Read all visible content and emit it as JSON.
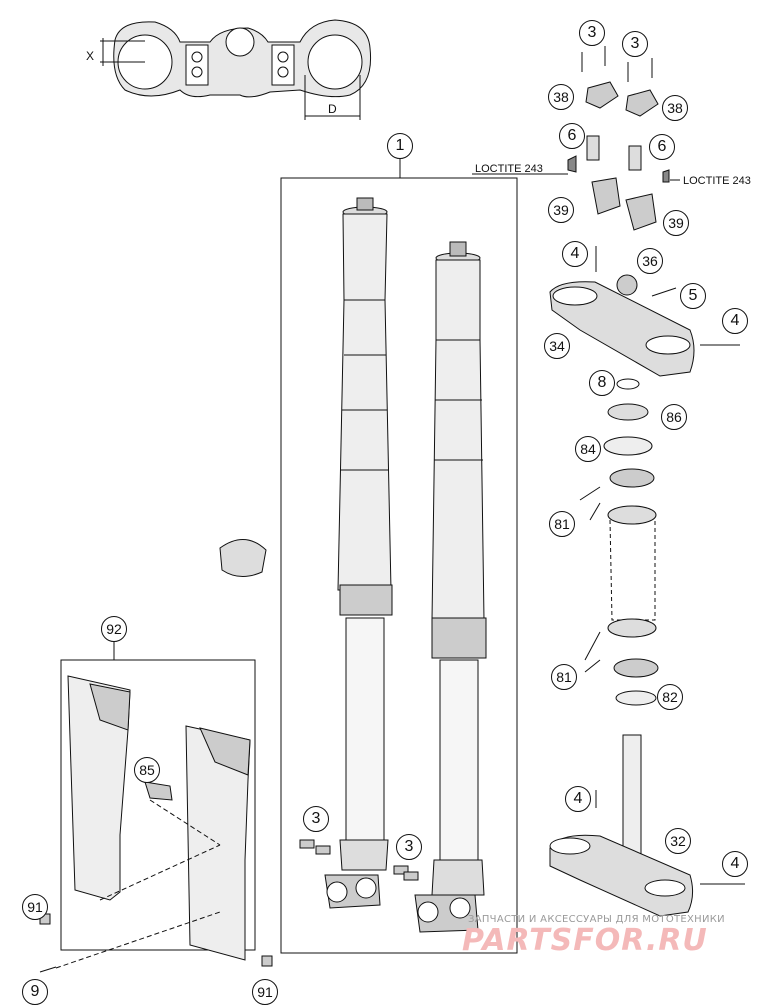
{
  "diagram": {
    "callouts": [
      {
        "id": "c1",
        "text": "1"
      },
      {
        "id": "c3a",
        "text": "3"
      },
      {
        "id": "c3b",
        "text": "3"
      },
      {
        "id": "c3c",
        "text": "3"
      },
      {
        "id": "c3d",
        "text": "3"
      },
      {
        "id": "c38a",
        "text": "38"
      },
      {
        "id": "c38b",
        "text": "38"
      },
      {
        "id": "c6a",
        "text": "6"
      },
      {
        "id": "c6b",
        "text": "6"
      },
      {
        "id": "c39a",
        "text": "39"
      },
      {
        "id": "c39b",
        "text": "39"
      },
      {
        "id": "c4a",
        "text": "4"
      },
      {
        "id": "c36",
        "text": "36"
      },
      {
        "id": "c5",
        "text": "5"
      },
      {
        "id": "c4b",
        "text": "4"
      },
      {
        "id": "c34",
        "text": "34"
      },
      {
        "id": "c8",
        "text": "8"
      },
      {
        "id": "c86",
        "text": "86"
      },
      {
        "id": "c84",
        "text": "84"
      },
      {
        "id": "c81a",
        "text": "81"
      },
      {
        "id": "c81b",
        "text": "81"
      },
      {
        "id": "c82",
        "text": "82"
      },
      {
        "id": "c92",
        "text": "92"
      },
      {
        "id": "c85",
        "text": "85"
      },
      {
        "id": "c91a",
        "text": "91"
      },
      {
        "id": "c91b",
        "text": "91"
      },
      {
        "id": "c9",
        "text": "9"
      },
      {
        "id": "c4c",
        "text": "4"
      },
      {
        "id": "c32",
        "text": "32"
      },
      {
        "id": "c4d",
        "text": "4"
      }
    ],
    "loctite_left": "LOCTITE 243",
    "loctite_right": "LOCTITE 243",
    "dim_x": "X",
    "dim_d": "D"
  },
  "watermark": {
    "subtitle": "ЗАПЧАСТИ И АКСЕССУАРЫ ДЛЯ МОТОТЕХНИКИ",
    "brand": "PARTSFOR.RU",
    "color": "#f4b9b9"
  }
}
